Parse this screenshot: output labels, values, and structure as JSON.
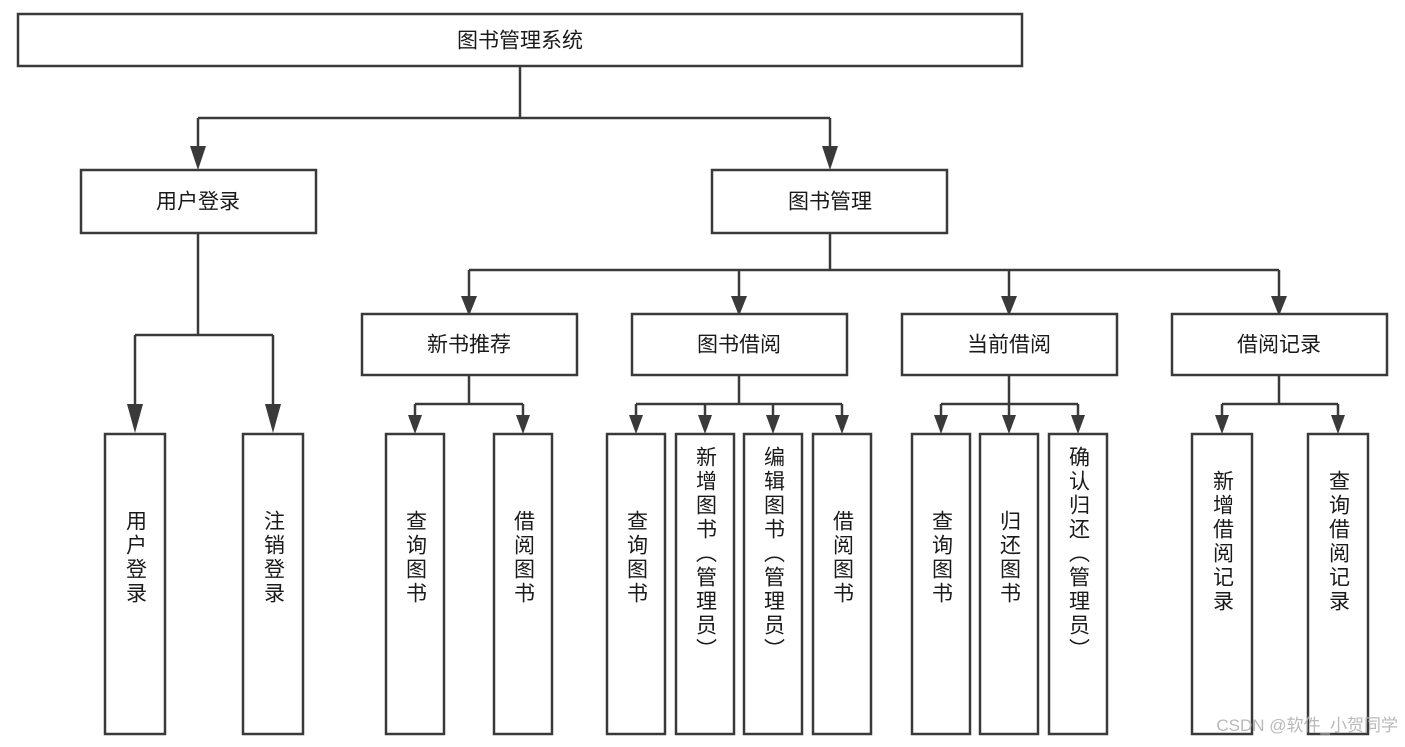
{
  "diagram": {
    "title": "图书管理系统",
    "type": "hierarchy-tree",
    "root": {
      "label": "图书管理系统"
    },
    "level2": [
      {
        "label": "用户登录"
      },
      {
        "label": "图书管理"
      }
    ],
    "level3": [
      {
        "label": "新书推荐"
      },
      {
        "label": "图书借阅"
      },
      {
        "label": "当前借阅"
      },
      {
        "label": "借阅记录"
      }
    ],
    "leaves": {
      "user_login": [
        {
          "label": "用户登录"
        },
        {
          "label": "注销登录"
        }
      ],
      "new_book_recommend": [
        {
          "label": "查询图书"
        },
        {
          "label": "借阅图书"
        }
      ],
      "book_borrow": [
        {
          "label": "查询图书"
        },
        {
          "label": "新增图书（管理员）"
        },
        {
          "label": "编辑图书（管理员）"
        },
        {
          "label": "借阅图书"
        }
      ],
      "current_borrow": [
        {
          "label": "查询图书"
        },
        {
          "label": "归还图书"
        },
        {
          "label": "确认归还（管理员）"
        }
      ],
      "borrow_record": [
        {
          "label": "新增借阅记录"
        },
        {
          "label": "查询借阅记录"
        }
      ]
    }
  },
  "watermark": {
    "text": "CSDN @软件_小贺同学"
  },
  "colors": {
    "stroke": "#3a3a3a",
    "fill": "#ffffff",
    "text": "#1a1a1a",
    "watermark": "#b9b9b9"
  }
}
